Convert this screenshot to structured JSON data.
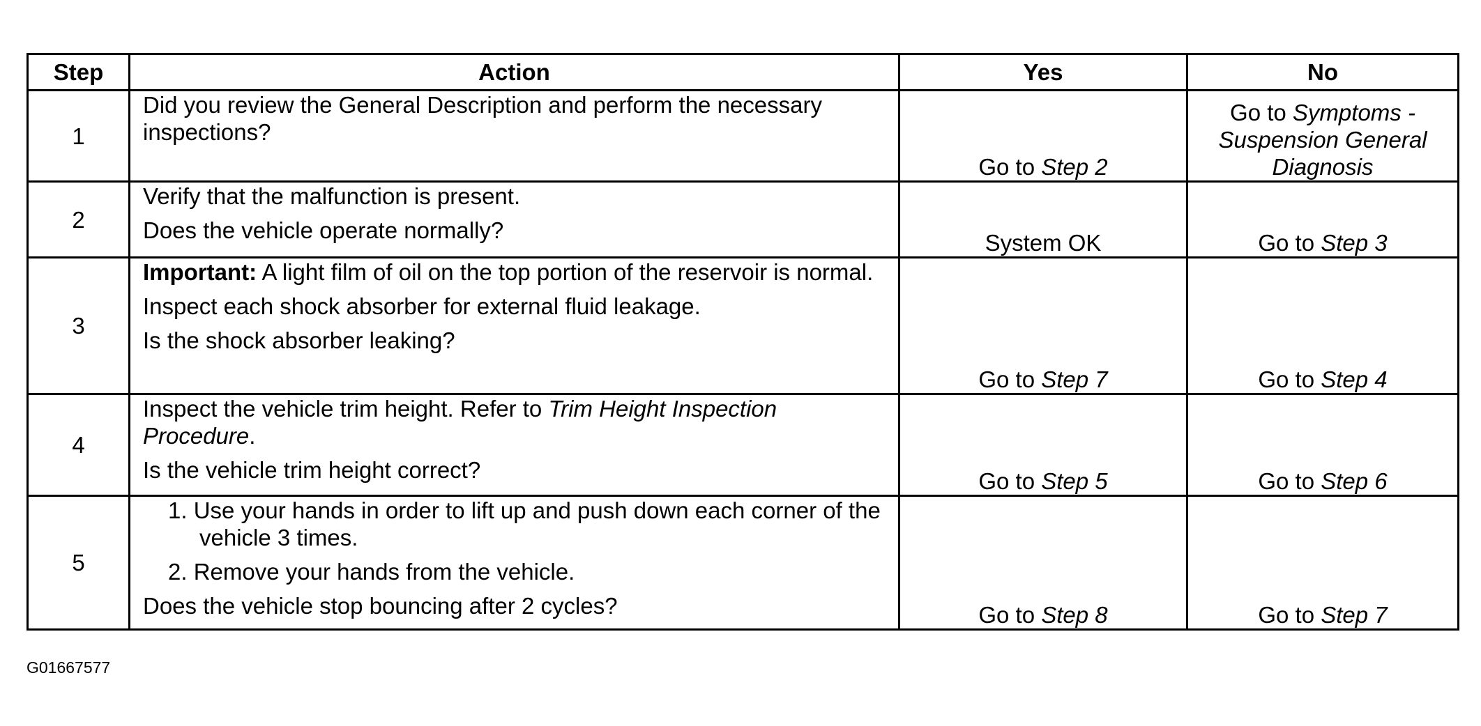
{
  "headers": {
    "step": "Step",
    "action": "Action",
    "yes": "Yes",
    "no": "No"
  },
  "rows": [
    {
      "step": "1",
      "action": [
        "Did you review the General Description and perform the necessary inspections?"
      ],
      "yes": {
        "pre": "Go to ",
        "it": "Step 2"
      },
      "no": {
        "pre": "Go to ",
        "it": "Symptoms - Suspension General Diagnosis"
      }
    },
    {
      "step": "2",
      "action": [
        "Verify that the malfunction is present.",
        "Does the vehicle operate normally?"
      ],
      "yes": {
        "pre": "System OK",
        "it": ""
      },
      "no": {
        "pre": "Go to ",
        "it": "Step 3"
      }
    },
    {
      "step": "3",
      "important_label": "Important:",
      "important_text": " A light film of oil on the top portion of the reservoir is normal.",
      "action": [
        "Inspect each shock absorber for external fluid leakage.",
        "Is the shock absorber leaking?"
      ],
      "yes": {
        "pre": "Go to ",
        "it": "Step 7"
      },
      "no": {
        "pre": "Go to ",
        "it": "Step 4"
      }
    },
    {
      "step": "4",
      "action_pre": "Inspect the vehicle trim height. Refer to ",
      "action_it": "Trim Height Inspection Procedure",
      "action_post": ".",
      "action": [
        "Is the vehicle trim height correct?"
      ],
      "yes": {
        "pre": "Go to ",
        "it": "Step 5"
      },
      "no": {
        "pre": "Go to ",
        "it": "Step 6"
      }
    },
    {
      "step": "5",
      "items": [
        "1. Use your hands in order to lift up and push down each corner of the vehicle 3 times.",
        "2. Remove your hands from the vehicle."
      ],
      "action": [
        "Does the vehicle stop bouncing after 2 cycles?"
      ],
      "yes": {
        "pre": "Go to ",
        "it": "Step 8"
      },
      "no": {
        "pre": "Go to ",
        "it": "Step 7"
      }
    }
  ],
  "figure_id": "G01667577"
}
